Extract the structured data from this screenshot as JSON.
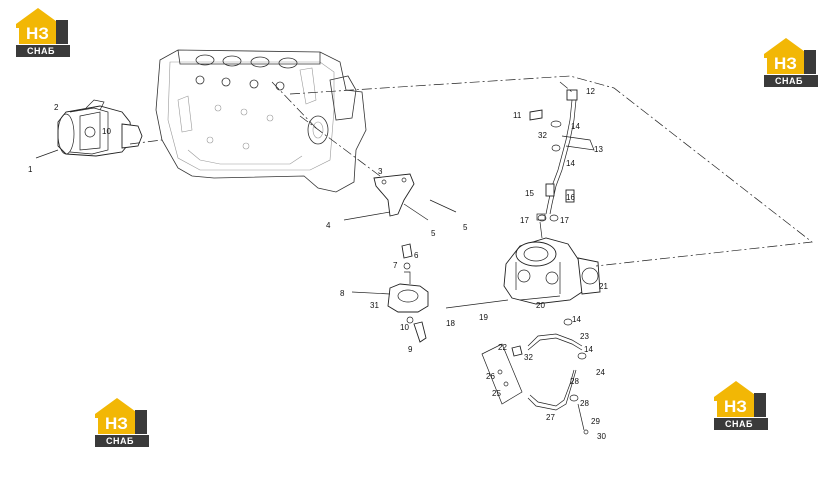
{
  "logos": [
    {
      "id": "logo-top-left",
      "big": "НЗ",
      "small": "СНАБ"
    },
    {
      "id": "logo-top-right",
      "big": "НЗ",
      "small": "СНАБ"
    },
    {
      "id": "logo-bottom-left",
      "big": "НЗ",
      "small": "СНАБ"
    },
    {
      "id": "logo-bottom-right",
      "big": "НЗ",
      "small": "СНАБ"
    }
  ],
  "colors": {
    "logo_yellow": "#f2b705",
    "logo_dark": "#3a3a3a",
    "line": "#222222"
  },
  "callouts": [
    "1",
    "2",
    "10",
    "3",
    "4",
    "5",
    "5",
    "6",
    "7",
    "8",
    "31",
    "10",
    "9",
    "11",
    "12",
    "32",
    "14",
    "13",
    "14",
    "15",
    "16",
    "17",
    "17",
    "21",
    "20",
    "18",
    "19",
    "14",
    "23",
    "22",
    "32",
    "14",
    "24",
    "26",
    "25",
    "28",
    "28",
    "27",
    "29",
    "30"
  ]
}
